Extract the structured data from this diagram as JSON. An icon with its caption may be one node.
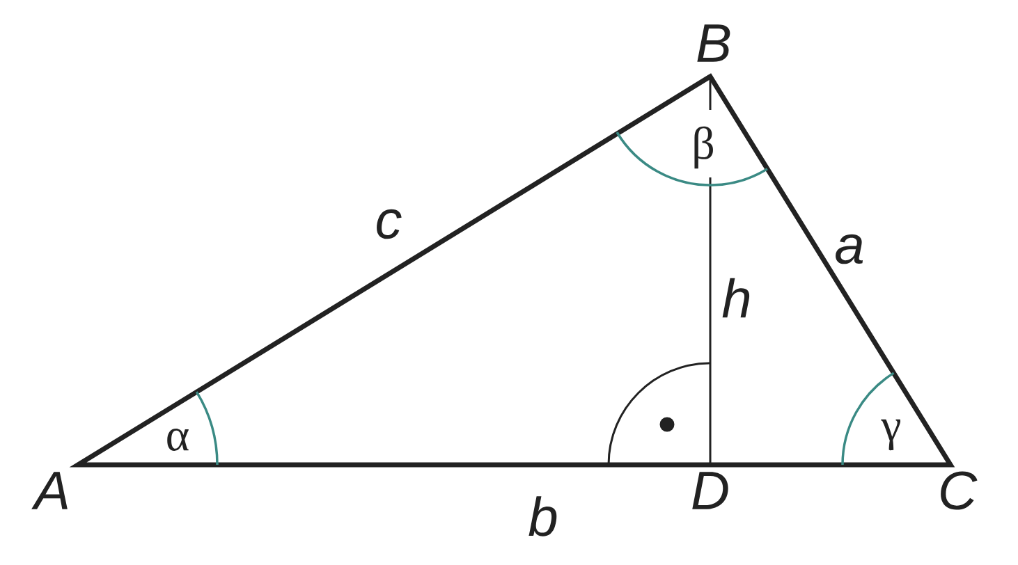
{
  "diagram": {
    "labels": [
      "B",
      "c",
      "β",
      "a",
      "h",
      "α",
      "γ",
      "A",
      "D",
      "b",
      "C"
    ]
  }
}
